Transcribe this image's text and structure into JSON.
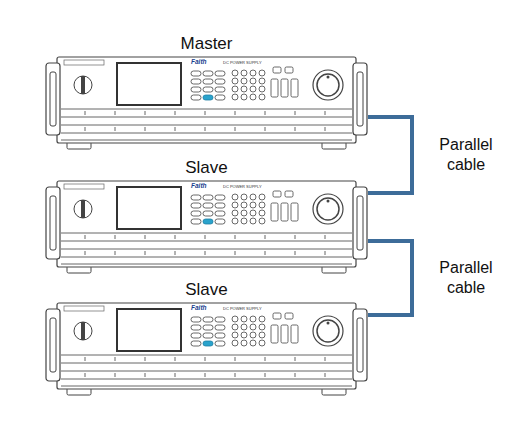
{
  "diagram": {
    "nodes": [
      {
        "text": [
          "Master",
          "Faith",
          "DC POWER SUPPLY"
        ]
      },
      {
        "text": [
          "Slave",
          "Faith",
          "DC POWER SUPPLY"
        ]
      },
      {
        "text": [
          "Slave",
          "Faith",
          "DC POWER SUPPLY"
        ]
      }
    ],
    "edges": [
      {
        "from": 0,
        "to": 1,
        "arrow": "none",
        "label": "Parallel cable"
      },
      {
        "from": 1,
        "to": 2,
        "arrow": "none",
        "label": "Parallel cable"
      }
    ]
  }
}
